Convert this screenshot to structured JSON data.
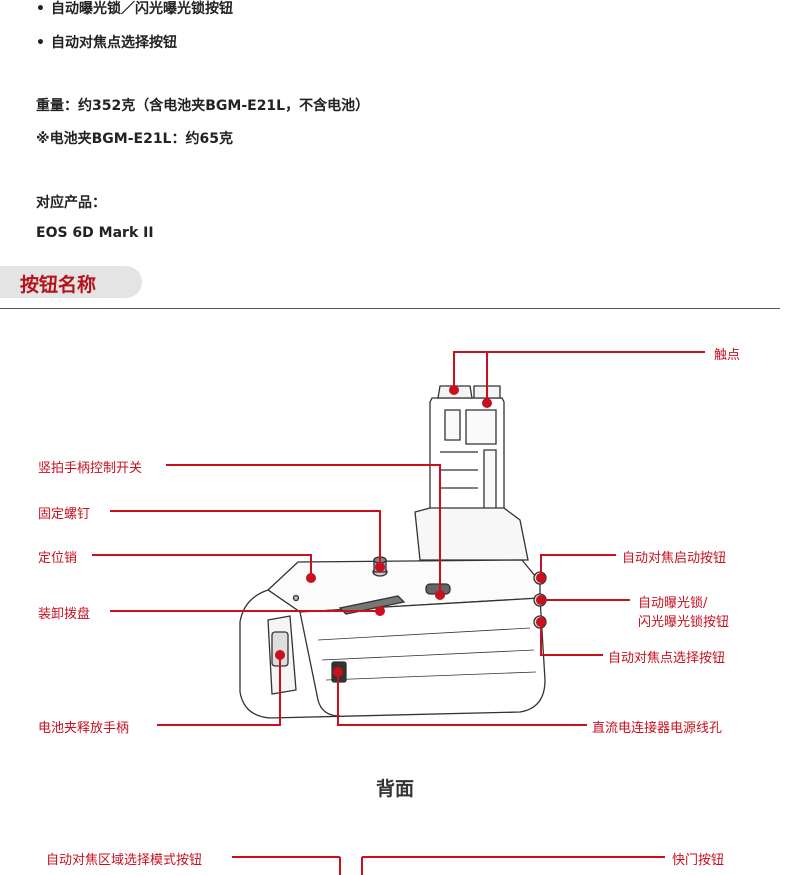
{
  "bullets": [
    "自动曝光锁／闪光曝光锁按钮",
    "自动对焦点选择按钮"
  ],
  "bullet_glyph": "•",
  "weight": "重量：约352克（含电池夹BGM-E21L，不含电池）",
  "grip_weight": "※电池夹BGM-E21L：约65克",
  "compat_label": "对应产品：",
  "compat_product": "EOS 6D Mark II",
  "section_title": "按钮名称",
  "callouts": {
    "contacts": "触点",
    "vertical_switch": "竖拍手柄控制开关",
    "fixing_screw": "固定螺钉",
    "locating_pin": "定位销",
    "release_dial": "装卸拨盘",
    "af_start": "自动对焦启动按钮",
    "ae_lock_1": "自动曝光锁/",
    "ae_lock_2": "闪光曝光锁按钮",
    "af_point": "自动对焦点选择按钮",
    "battery_handle": "电池夹释放手柄",
    "dc_hole": "直流电连接器电源线孔",
    "af_area": "自动对焦区域选择模式按钮",
    "shutter": "快门按钮"
  },
  "caption": "背面",
  "accent_color": "#c8101f",
  "title_color": "#b5121b"
}
